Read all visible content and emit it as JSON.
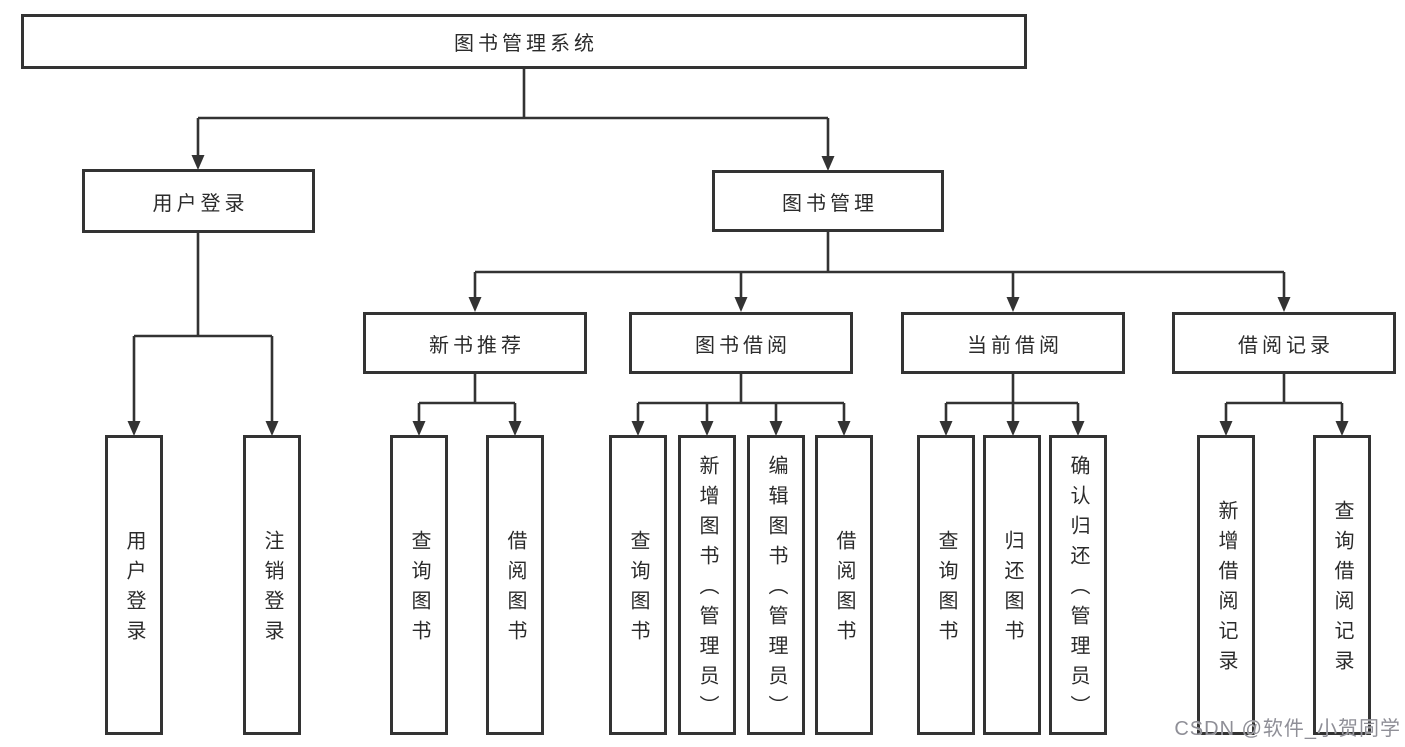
{
  "colors": {
    "line": "#333333",
    "text": "#2b2b2b",
    "background": "#ffffff",
    "watermark": "#8f8f97"
  },
  "watermark": {
    "text": "CSDN @软件_小贺同学"
  },
  "tree": {
    "label": "图书管理系统",
    "children": [
      {
        "label": "用户登录",
        "children": [
          {
            "label": "用户登录"
          },
          {
            "label": "注销登录"
          }
        ]
      },
      {
        "label": "图书管理",
        "children": [
          {
            "label": "新书推荐",
            "children": [
              {
                "label": "查询图书"
              },
              {
                "label": "借阅图书"
              }
            ]
          },
          {
            "label": "图书借阅",
            "children": [
              {
                "label": "查询图书"
              },
              {
                "label": "新增图书（管理员）"
              },
              {
                "label": "编辑图书（管理员）"
              },
              {
                "label": "借阅图书"
              }
            ]
          },
          {
            "label": "当前借阅",
            "children": [
              {
                "label": "查询图书"
              },
              {
                "label": "归还图书"
              },
              {
                "label": "确认归还（管理员）"
              }
            ]
          },
          {
            "label": "借阅记录",
            "children": [
              {
                "label": "新增借阅记录"
              },
              {
                "label": "查询借阅记录"
              }
            ]
          }
        ]
      }
    ]
  }
}
